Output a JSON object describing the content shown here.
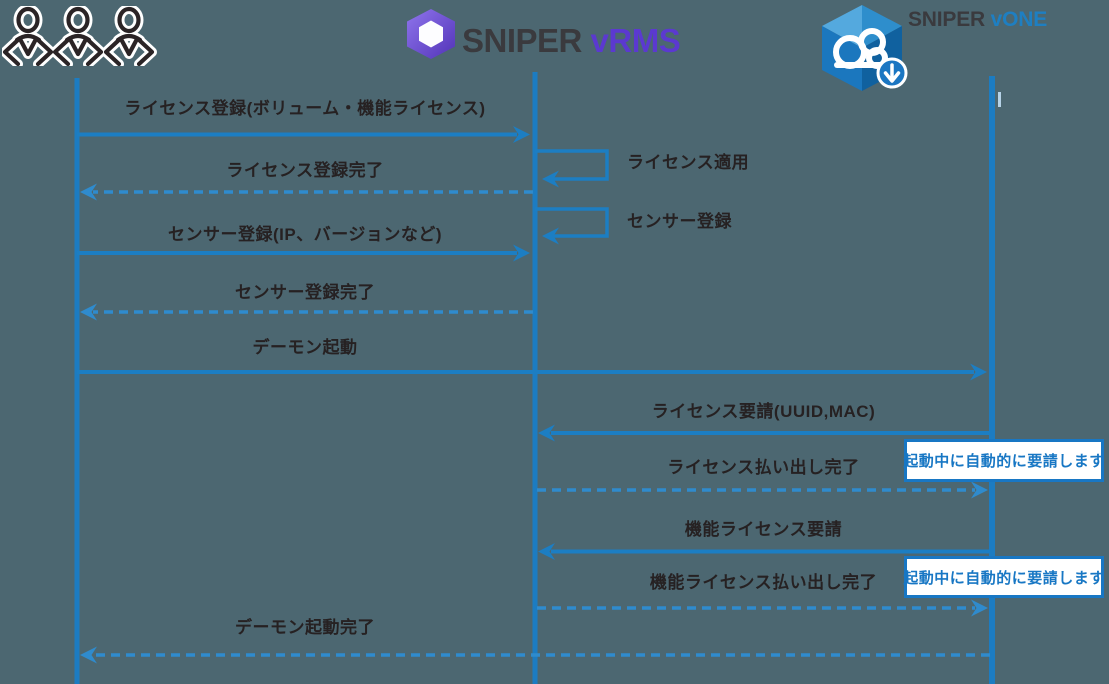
{
  "background_color": "#4C6771",
  "palette": {
    "line_blue": "#1C7EC3",
    "dash_blue": "#2F8BCD",
    "lifeline_blue": "#1C7CC2",
    "label_text": "#262122",
    "note_border": "#1877C4",
    "note_text": "#1877C4",
    "vrms_purple": "#5B39D0",
    "vone_blue": "#1E7FC2",
    "logo_text_dark": "#3A3A3E",
    "cursor_artifact": "#B6D3E8"
  },
  "icons": {
    "users": "people-icon",
    "vrms_logo": "purple-hexagon-icon",
    "vone_logo": "blue-cube-cloud-icon",
    "vone_badge": "download-arrow-icon"
  },
  "actors": {
    "users": {
      "type": "people-icon"
    },
    "vrms": {
      "brand": "SNIPER",
      "product": "vRMS"
    },
    "vone": {
      "brand": "SNIPER",
      "product": "vONE"
    }
  },
  "messages": [
    {
      "label": "ライセンス登録(ボリューム・機能ライセンス)",
      "from": "users",
      "to": "vrms",
      "style": "solid"
    },
    {
      "label": "ライセンス適用",
      "from": "vrms",
      "to": "vrms",
      "style": "self"
    },
    {
      "label": "ライセンス登録完了",
      "from": "vrms",
      "to": "users",
      "style": "dashed"
    },
    {
      "label": "センサー登録",
      "from": "vrms",
      "to": "vrms",
      "style": "self"
    },
    {
      "label": "センサー登録(IP、バージョンなど)",
      "from": "users",
      "to": "vrms",
      "style": "solid"
    },
    {
      "label": "センサー登録完了",
      "from": "vrms",
      "to": "users",
      "style": "dashed"
    },
    {
      "label": "デーモン起動",
      "from": "users",
      "to": "vone",
      "style": "solid"
    },
    {
      "label": "ライセンス要請(UUID,MAC)",
      "from": "vone",
      "to": "vrms",
      "style": "solid"
    },
    {
      "label": "ライセンス払い出し完了",
      "from": "vrms",
      "to": "vone",
      "style": "dashed"
    },
    {
      "label": "機能ライセンス要請",
      "from": "vone",
      "to": "vrms",
      "style": "solid"
    },
    {
      "label": "機能ライセンス払い出し完了",
      "from": "vrms",
      "to": "vone",
      "style": "dashed"
    },
    {
      "label": "デーモン起動完了",
      "from": "vone",
      "to": "users",
      "style": "dashed"
    }
  ],
  "notes": [
    {
      "text": "起動中に自動的に要請します"
    },
    {
      "text": "起動中に自動的に要請します"
    }
  ]
}
